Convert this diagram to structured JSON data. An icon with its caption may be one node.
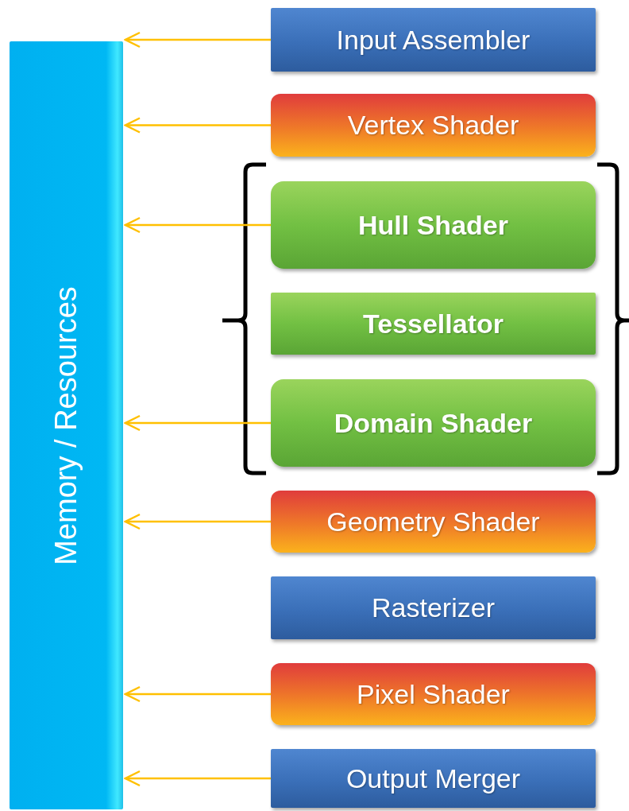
{
  "diagram": {
    "nodes": [
      {
        "text": [
          "Memory / Resources"
        ]
      },
      {
        "text": [
          "Input Assembler"
        ]
      },
      {
        "text": [
          "Vertex Shader"
        ]
      },
      {
        "text": [
          "Hull Shader"
        ]
      },
      {
        "text": [
          "Tessellator"
        ]
      },
      {
        "text": [
          "Domain Shader"
        ]
      },
      {
        "text": [
          "Geometry Shader"
        ]
      },
      {
        "text": [
          "Rasterizer"
        ]
      },
      {
        "text": [
          "Pixel Shader"
        ]
      },
      {
        "text": [
          "Output Merger"
        ]
      }
    ],
    "edges": [
      {
        "from": 1,
        "to": 0,
        "arrow": "to"
      },
      {
        "from": 2,
        "to": 0,
        "arrow": "to"
      },
      {
        "from": 3,
        "to": 0,
        "arrow": "to"
      },
      {
        "from": 5,
        "to": 0,
        "arrow": "to"
      },
      {
        "from": 6,
        "to": 0,
        "arrow": "to"
      },
      {
        "from": 8,
        "to": 0,
        "arrow": "to"
      },
      {
        "from": 9,
        "to": 0,
        "arrow": "to"
      }
    ]
  }
}
